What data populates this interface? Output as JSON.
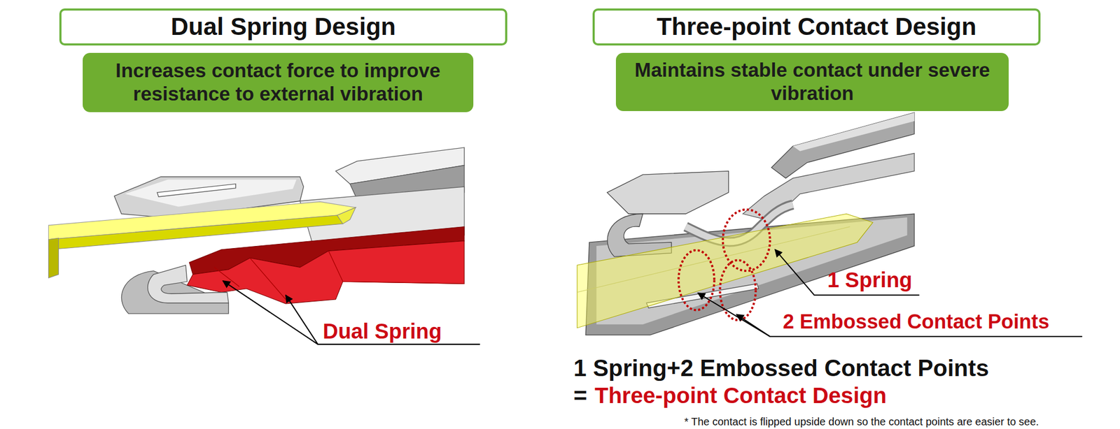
{
  "diagram": {
    "nodes": [
      {
        "text": [
          "Dual Spring Design"
        ]
      },
      {
        "text": [
          "Increases contact force to improve resistance to external vibration"
        ]
      },
      {
        "text": [
          "Three-point Contact Design"
        ]
      },
      {
        "text": [
          "Maintains stable contact under severe vibration"
        ]
      }
    ],
    "labels": [
      "Dual Spring",
      "1 Spring",
      "2 Embossed Contact Points",
      "1 Spring+2 Embossed Contact Points",
      "=",
      "Three-point Contact Design",
      "* The contact is flipped upside down so the contact points are easier to see."
    ]
  }
}
